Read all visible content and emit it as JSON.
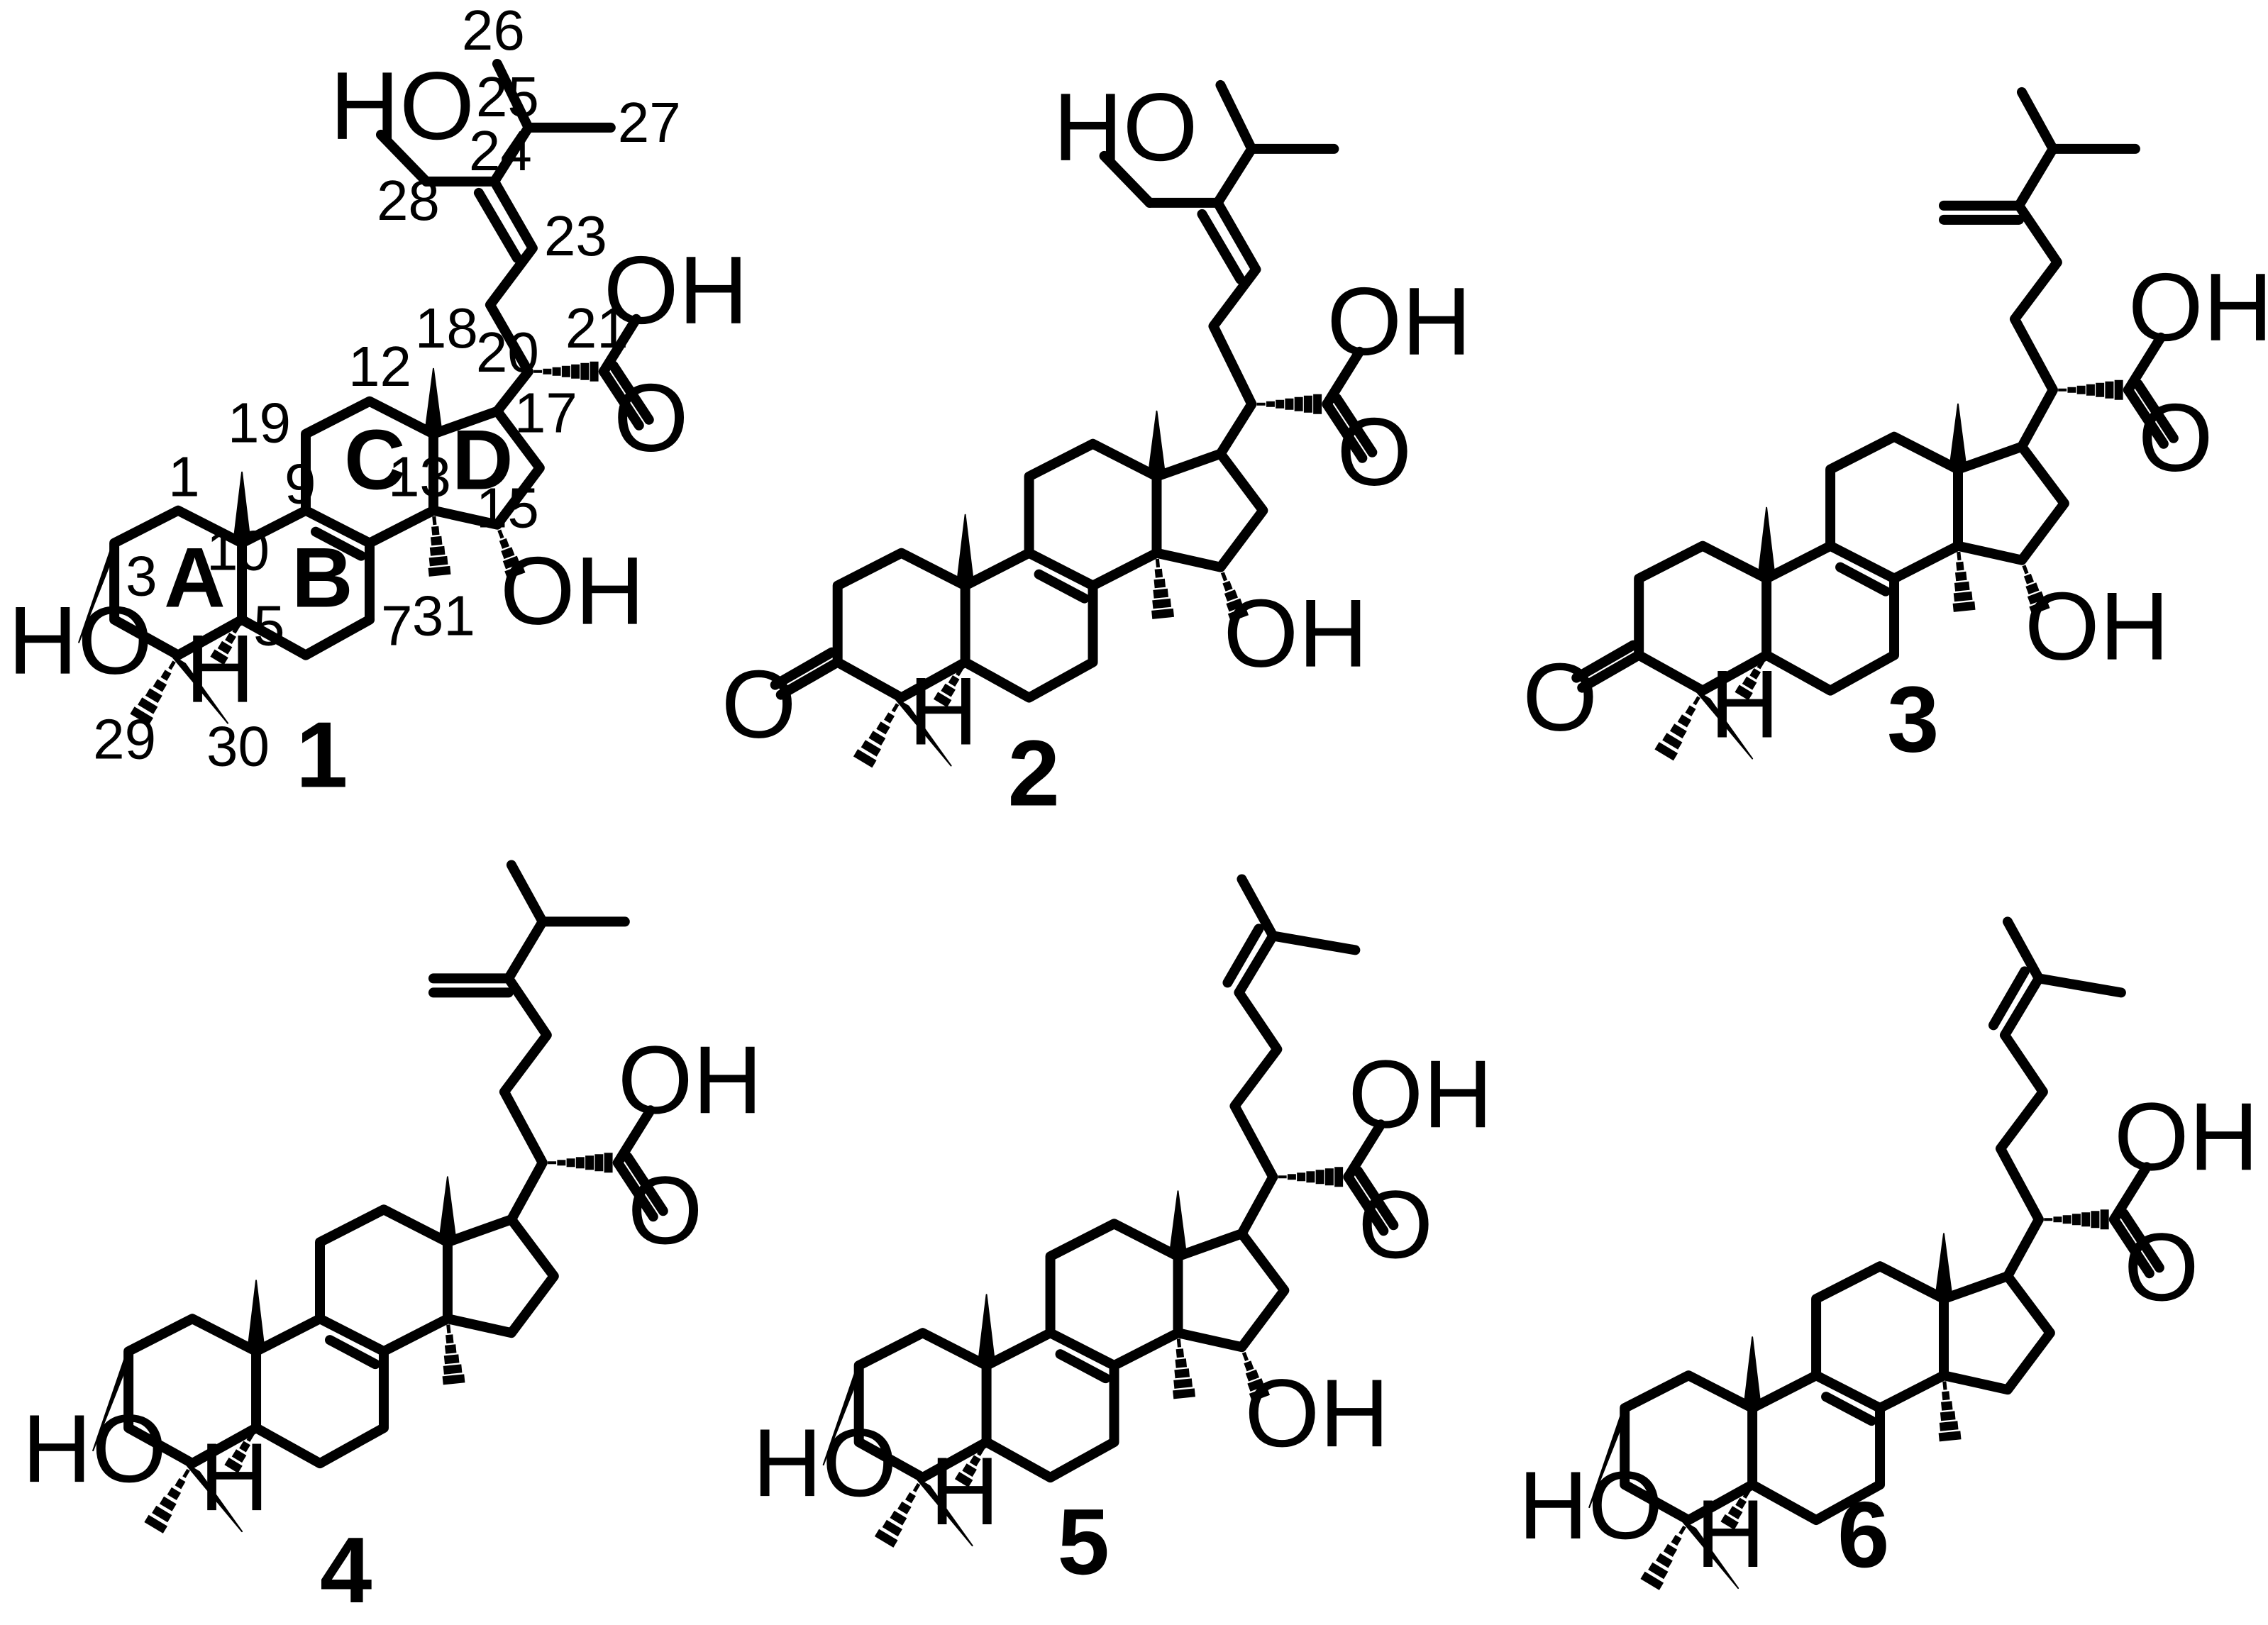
{
  "figure": {
    "compounds": [
      {
        "id": "1",
        "label": "1"
      },
      {
        "id": "2",
        "label": "2"
      },
      {
        "id": "3",
        "label": "3"
      },
      {
        "id": "4",
        "label": "4"
      },
      {
        "id": "5",
        "label": "5"
      },
      {
        "id": "6",
        "label": "6"
      }
    ],
    "atom_labels": {
      "oh": "OH",
      "ho": "HO",
      "o": "O",
      "h": "H"
    },
    "ring_labels": [
      "A",
      "B",
      "C",
      "D"
    ],
    "carbon_numbers": [
      "1",
      "3",
      "5",
      "7",
      "9",
      "10",
      "12",
      "13",
      "15",
      "17",
      "18",
      "19",
      "20",
      "21",
      "23",
      "24",
      "25",
      "26",
      "27",
      "28",
      "29",
      "30",
      "31"
    ],
    "colors": {
      "ink": "#000000",
      "background": "#ffffff"
    }
  }
}
